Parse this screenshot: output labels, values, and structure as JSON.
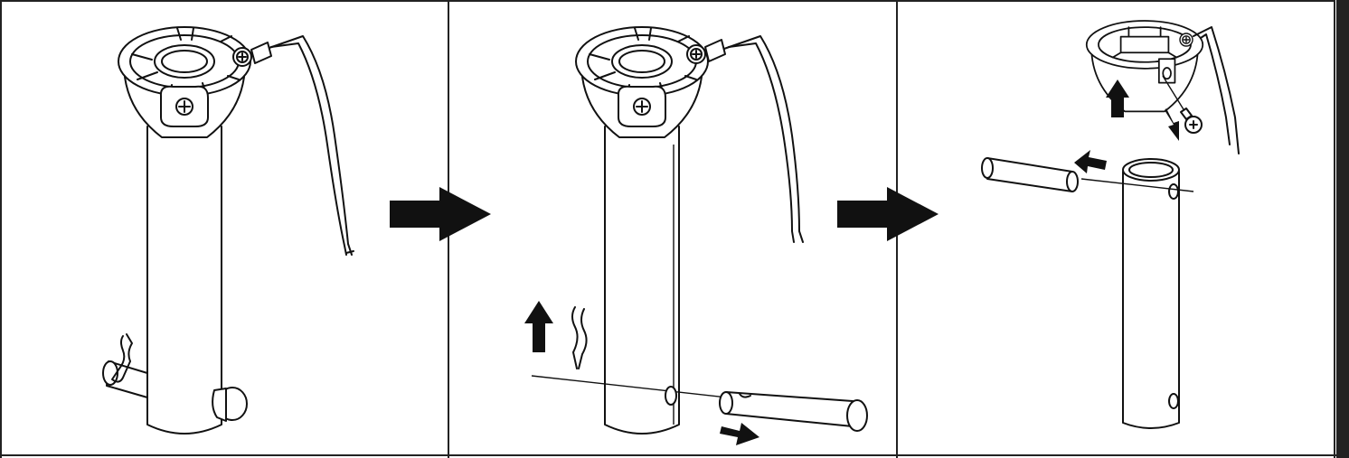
{
  "figure": {
    "kind": "assembly-instructions",
    "steps": [
      {
        "step": 1,
        "parts": [
          "pole",
          "canopy-hub",
          "wire",
          "hitch-pin",
          "hairpin-clip",
          "hub-screw"
        ]
      },
      {
        "step": 2,
        "parts": [
          "pole",
          "canopy-hub",
          "wire",
          "hitch-pin",
          "hairpin-clip"
        ],
        "actions": [
          "remove-clip-up",
          "pull-pin-out"
        ]
      },
      {
        "step": 3,
        "parts": [
          "pole",
          "canopy-hub",
          "wire",
          "spacer-tube",
          "hub-screw"
        ],
        "actions": [
          "lift-hub-up",
          "remove-screw",
          "remove-spacer"
        ]
      }
    ],
    "transitions": [
      "right-arrow",
      "right-arrow"
    ],
    "colors": {
      "line": "#111111",
      "background": "#ffffff",
      "frame": "#222222"
    }
  }
}
